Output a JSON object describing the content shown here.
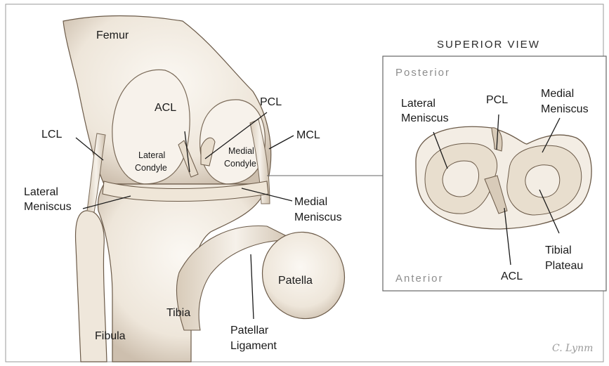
{
  "main_labels": {
    "femur": "Femur",
    "acl": "ACL",
    "pcl": "PCL",
    "lcl": "LCL",
    "mcl": "MCL",
    "lateral_condyle_l1": "Lateral",
    "lateral_condyle_l2": "Condyle",
    "medial_condyle_l1": "Medial",
    "medial_condyle_l2": "Condyle",
    "lateral_meniscus_l1": "Lateral",
    "lateral_meniscus_l2": "Meniscus",
    "medial_meniscus_l1": "Medial",
    "medial_meniscus_l2": "Meniscus",
    "patella": "Patella",
    "tibia": "Tibia",
    "fibula": "Fibula",
    "patellar_ligament_l1": "Patellar",
    "patellar_ligament_l2": "Ligament"
  },
  "superior_view": {
    "caption": "SUPERIOR VIEW",
    "posterior": "Posterior",
    "anterior": "Anterior",
    "lateral_meniscus_l1": "Lateral",
    "lateral_meniscus_l2": "Meniscus",
    "pcl": "PCL",
    "medial_meniscus_l1": "Medial",
    "medial_meniscus_l2": "Meniscus",
    "acl": "ACL",
    "tibial_plateau_l1": "Tibial",
    "tibial_plateau_l2": "Plateau"
  },
  "signature": "C. Lynm",
  "colors": {
    "bone_fill": "#f3ede4",
    "bone_shadow": "#b9a995",
    "outline": "#6b5a48",
    "leader": "#1a1a1a",
    "panel_border": "#666666"
  }
}
